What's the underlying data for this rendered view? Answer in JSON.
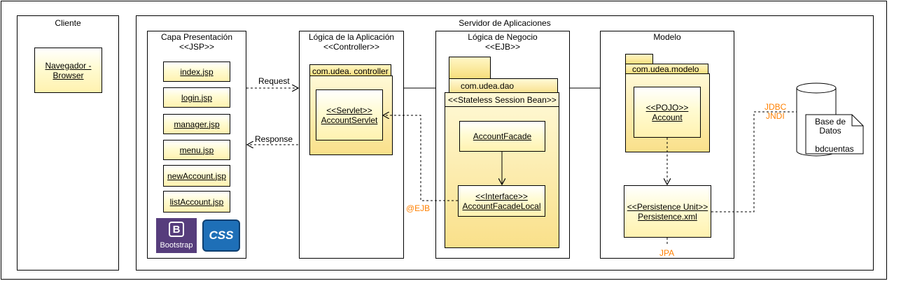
{
  "cliente": {
    "title": "Cliente",
    "browser": "Navegador - Browser"
  },
  "servidor": {
    "title": "Servidor de Aplicaciones"
  },
  "presentacion": {
    "title": "Capa Presentación",
    "stereotype": "<<JSP>>",
    "pages": [
      "index.jsp",
      "login.jsp",
      "manager.jsp",
      "menu.jsp",
      "newAccount.jsp",
      "listAccount.jsp"
    ],
    "bootstrap_label": "Bootstrap",
    "bootstrap_letter": "B",
    "css_label": "CSS"
  },
  "logica_app": {
    "title": "Lógica de la Aplicación",
    "stereotype": "<<Controller>>",
    "package": "com.udea. controller",
    "servlet_stereotype": "<<Servlet>>",
    "servlet_name": "AccountServlet"
  },
  "logica_negocio": {
    "title": "Lógica de Negocio",
    "stereotype": "<<EJB>>",
    "package": "com.udea.dao",
    "session_bean": "<<Stateless Session Bean>>",
    "facade": "AccountFacade",
    "interface_stereotype": "<<Interface>>",
    "interface_name": "AccountFacadeLocal"
  },
  "modelo": {
    "title": "Modelo",
    "package": "com.udea.modelo",
    "pojo_stereotype": "<<POJO>>",
    "pojo_name": "Account",
    "pu_stereotype": "<<Persistence Unit>>",
    "pu_name": "Persistence.xml"
  },
  "database": {
    "name_line1": "Base de",
    "name_line2": "Datos",
    "schema": "bdcuentas"
  },
  "connectors": {
    "request": "Request",
    "response": "Response",
    "ejb": "@EJB",
    "jdbc": "JDBC",
    "jndi": "JNDI",
    "jpa": "JPA"
  },
  "colors": {
    "accent_label": "#ff8000",
    "note_fill": "#fff2b0",
    "package_fill": "#f9e08a",
    "bootstrap_purple": "#563d7c",
    "css_blue": "#1e6fb7"
  }
}
